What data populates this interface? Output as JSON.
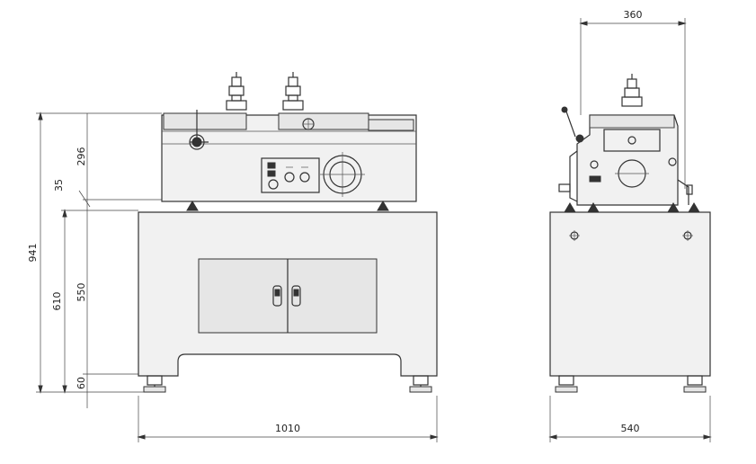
{
  "dimensions": {
    "total_height": "941",
    "top_unit_height": "296",
    "gap_height": "35",
    "cabinet_height": "610",
    "cabinet_body_height": "550",
    "feet_height": "60",
    "front_width": "1010",
    "side_width": "540",
    "top_width_side": "360"
  }
}
